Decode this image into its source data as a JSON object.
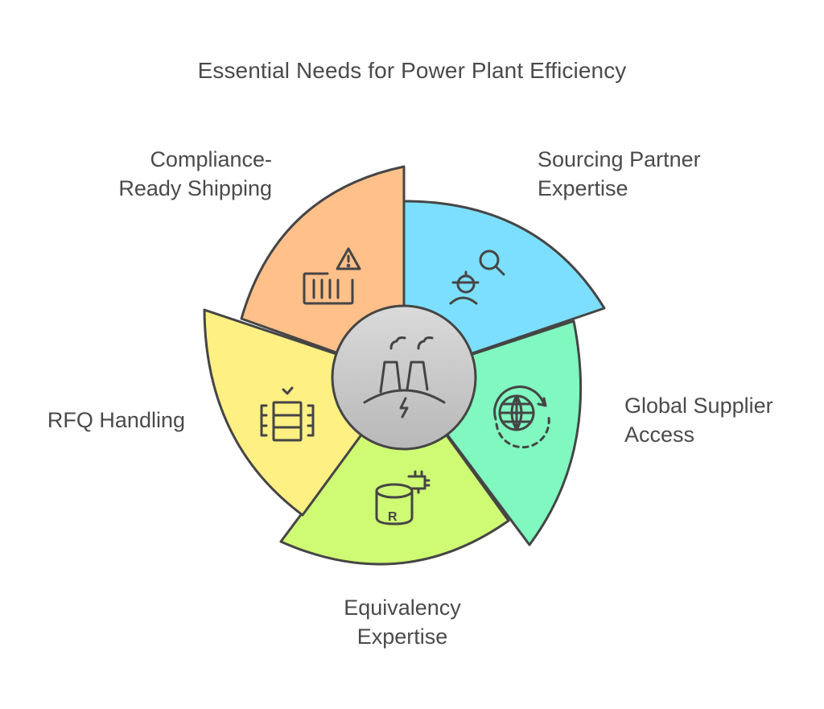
{
  "title": "Essential Needs for Power Plant Efficiency",
  "center": {
    "icon": "power-plant-icon",
    "fill_top": "#d9d9d9",
    "fill_bottom": "#b9b9b9"
  },
  "segments": [
    {
      "id": "compliance",
      "label_lines": [
        "Compliance-",
        "Ready Shipping"
      ],
      "icon": "shipping-container-warning-icon",
      "color": "#ffc08a"
    },
    {
      "id": "sourcing",
      "label_lines": [
        "Sourcing Partner",
        "Expertise"
      ],
      "icon": "engineer-search-icon",
      "color": "#7ddfff"
    },
    {
      "id": "global",
      "label_lines": [
        "Global Supplier",
        "Access"
      ],
      "icon": "globe-rotate-icon",
      "color": "#80f8c0"
    },
    {
      "id": "equivalency",
      "label_lines": [
        "Equivalency",
        "Expertise"
      ],
      "icon": "database-chip-icon",
      "color": "#cffa74"
    },
    {
      "id": "rfq",
      "label_lines": [
        "RFQ Handling"
      ],
      "icon": "document-stack-check-icon",
      "color": "#fff084"
    }
  ],
  "stroke_color": "#454545"
}
